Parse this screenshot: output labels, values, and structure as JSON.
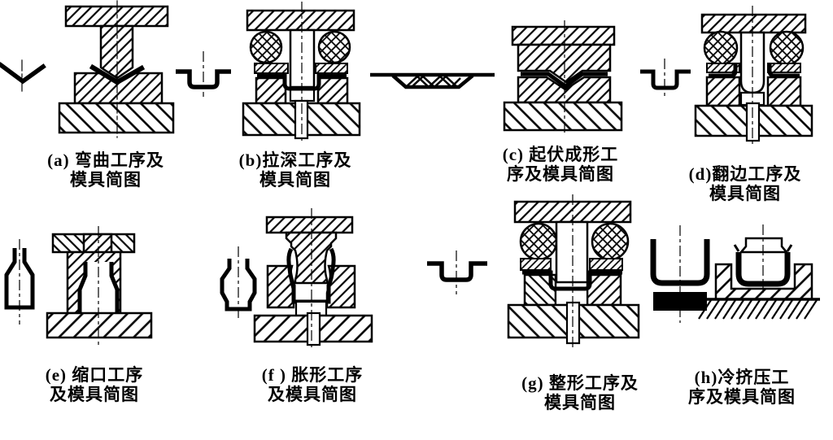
{
  "page": {
    "background": "#ffffff",
    "ink": "#000000"
  },
  "panels": {
    "a": {
      "caption": "(a) 弯曲工序及\n模具简图"
    },
    "b": {
      "caption": "(b)拉深工序及\n模具简图"
    },
    "c": {
      "caption": "(c) 起伏成形工\n序及模具简图"
    },
    "d": {
      "caption": "(d)翻边工序及\n模具简图"
    },
    "e": {
      "caption": "(e) 缩口工序\n及模具简图"
    },
    "f": {
      "caption": "(f ) 胀形工序\n及模具简图"
    },
    "g": {
      "caption": "(g) 整形工序及\n模具简图"
    },
    "h": {
      "caption": "(h)冷挤压工\n序及模具简图"
    }
  }
}
